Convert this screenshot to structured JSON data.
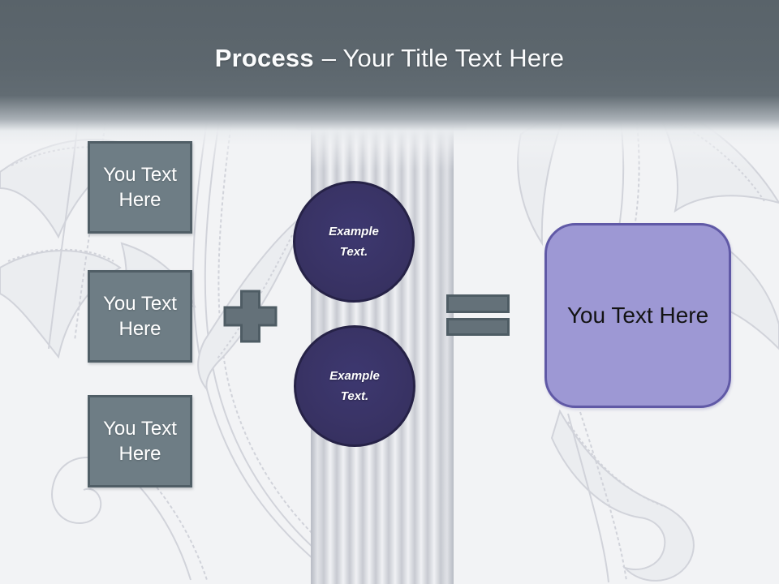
{
  "slide_title": {
    "keyword": "Process",
    "rest": "– Your Title Text Here"
  },
  "input_boxes": [
    {
      "label": "You Text\nHere"
    },
    {
      "label": "You Text\nHere"
    },
    {
      "label": "You Text\nHere"
    }
  ],
  "operator_icons": {
    "plus": "plus-icon",
    "equals": "equals-icon"
  },
  "example_circles": [
    {
      "label": "Example\nText."
    },
    {
      "label": "Example\nText."
    }
  ],
  "result_box": {
    "label": "You Text Here"
  },
  "background_art": {
    "column": "fluted-column-art",
    "ornaments": "acanthus-leaf-engraving-art"
  },
  "colors": {
    "header_dark": "#5c666d",
    "slide_background": "#f2f3f5",
    "gray_shape_fill": "#6e7d85",
    "gray_shape_border": "#505e66",
    "operator_fill": "#647179",
    "operator_border": "#4e5c64",
    "circle_fill": "#393365",
    "circle_border": "#262247",
    "result_fill": "#9d98d4",
    "result_border": "#6059a6",
    "title_text": "#fbfcfd",
    "shape_text": "#ffffff",
    "result_text": "#131313"
  }
}
